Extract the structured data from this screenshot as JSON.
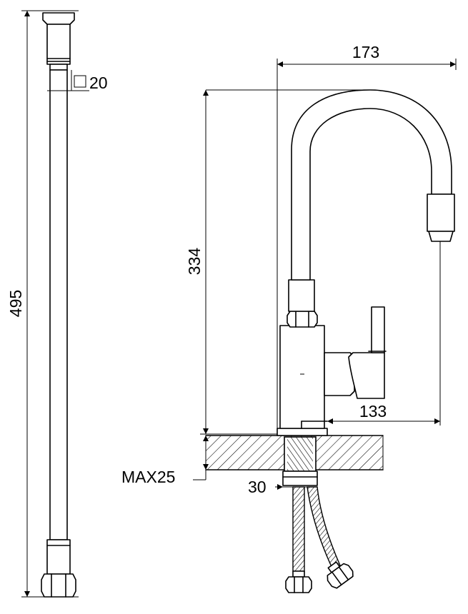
{
  "dimensions": {
    "spout_reach": "173",
    "hose_square": "20",
    "hose_length": "495",
    "height": "334",
    "handle_reach": "133",
    "max_deck": "MAX25",
    "shank": "30"
  }
}
